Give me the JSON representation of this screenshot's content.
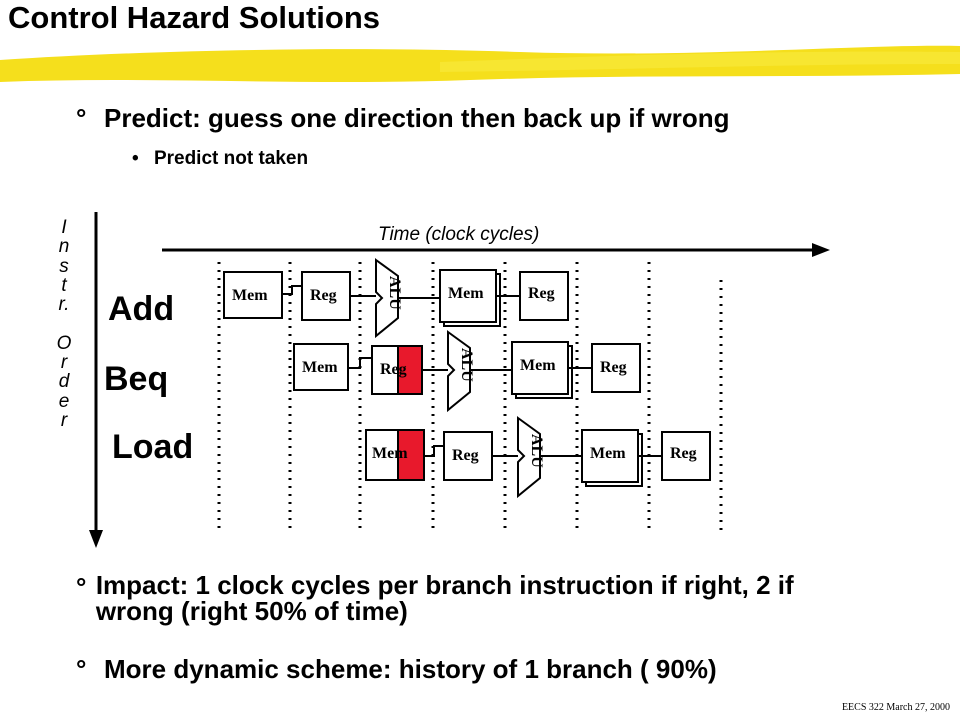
{
  "slide": {
    "title": "Control Hazard Solutions",
    "bullets": [
      {
        "marker": "°",
        "text": "Predict: guess one direction then back up if wrong"
      },
      {
        "marker": "°",
        "text": "Impact: 1 clock cycles per branch instruction if right, 2 if wrong (right  50% of time)"
      },
      {
        "marker": "°",
        "text": "More dynamic scheme: history of 1 branch ( 90%)"
      }
    ],
    "sub_bullet": {
      "marker": "•",
      "text": "Predict not taken"
    },
    "footer": "EECS 322 March 27, 2000"
  },
  "pipeline": {
    "time_label": "Time (clock cycles)",
    "axis_label_chars": [
      "I",
      "n",
      "s",
      "t",
      "r.",
      "",
      "O",
      "r",
      "d",
      "e",
      "r"
    ],
    "instructions": [
      "Add",
      "Beq",
      "Load"
    ],
    "stages": {
      "mem": "Mem",
      "reg": "Reg",
      "alu": "ALU"
    },
    "colors": {
      "highlight": "#f5df1c",
      "stall": "#e8192c"
    }
  }
}
